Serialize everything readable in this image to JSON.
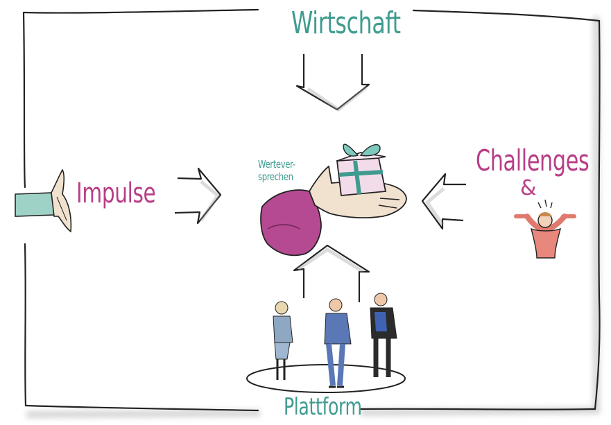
{
  "diagram": {
    "top_label": "Wirtschaft",
    "left_label": "Impulse",
    "right_label": "Challenges",
    "right_ampersand": "&",
    "center_label_line1": "Wertever-",
    "center_label_line2": "sprechen",
    "bottom_label": "Plattform"
  },
  "colors": {
    "teal": "#3f9b8f",
    "magenta": "#b83d86",
    "line": "#222222",
    "gift": "#f3dcea"
  },
  "icons": [
    "hand-left-icon",
    "hand-with-gift-icon",
    "gift-icon",
    "cheering-person-icon",
    "people-group-icon",
    "arrow-down-icon",
    "arrow-right-icon",
    "arrow-left-icon",
    "arrow-up-icon"
  ]
}
